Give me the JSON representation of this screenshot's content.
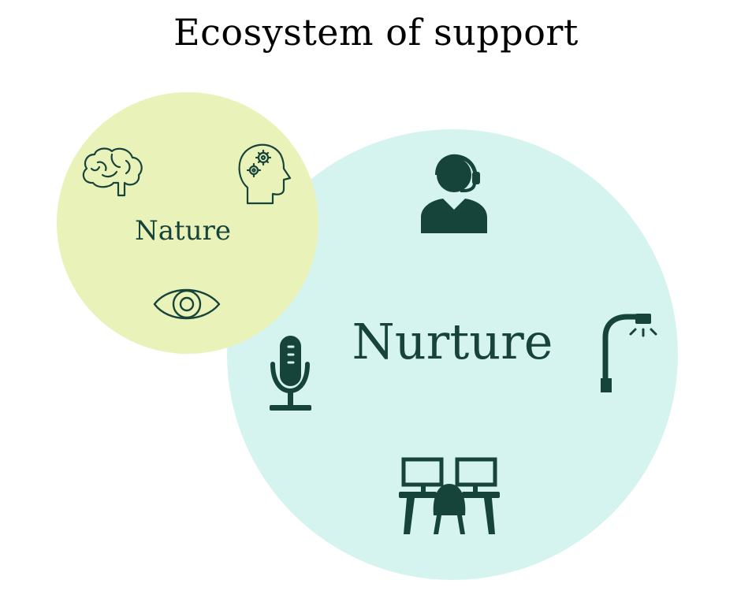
{
  "title": "Ecosystem of support",
  "colors": {
    "nurture_fill": "#d6f4ef",
    "nature_fill": "#e9f3b9",
    "icon": "#17443a"
  },
  "nature": {
    "label": "Nature",
    "icons": [
      "brain-icon",
      "head-gears-icon",
      "eye-icon"
    ]
  },
  "nurture": {
    "label": "Nurture",
    "icons": [
      "support-agent-headset-icon",
      "street-lamp-icon",
      "microphone-icon",
      "office-desks-icon"
    ]
  }
}
